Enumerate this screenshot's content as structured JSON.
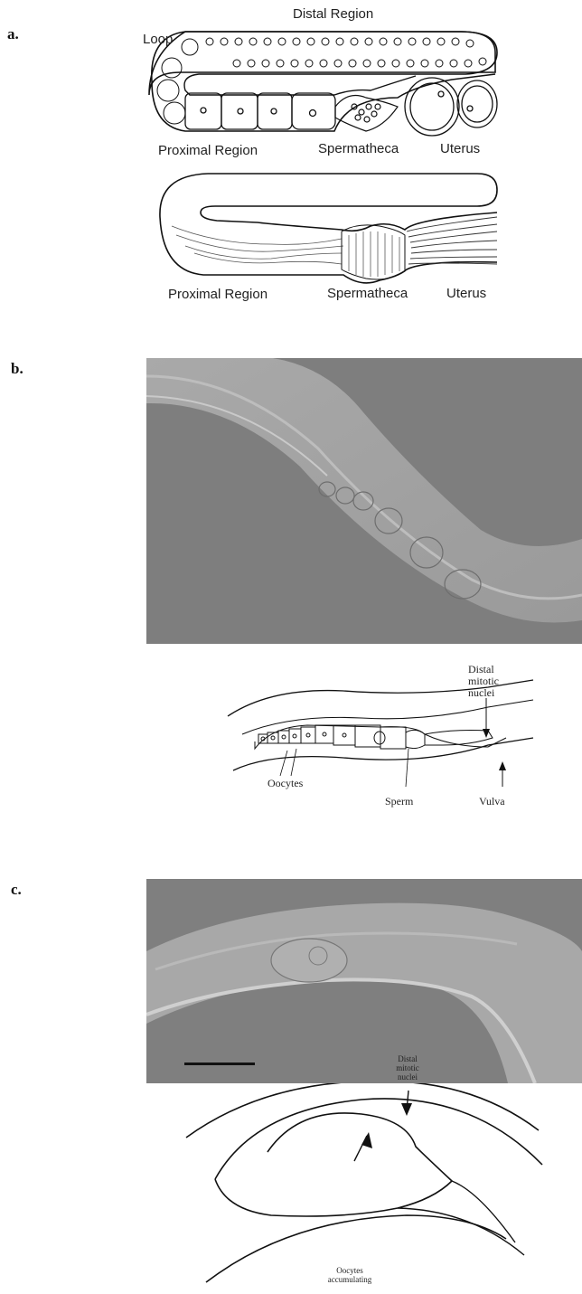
{
  "panels": {
    "a": {
      "letter": "a.",
      "top_diagram": {
        "distal_region": "Distal Region",
        "loop": "Loop",
        "proximal_region": "Proximal Region",
        "spermatheca": "Spermatheca",
        "uterus": "Uterus"
      },
      "bottom_diagram": {
        "proximal_region": "Proximal Region",
        "spermatheca": "Spermatheca",
        "uterus": "Uterus"
      }
    },
    "b": {
      "letter": "b.",
      "labels": {
        "distal_line1": "Distal",
        "distal_line2": "mitotic",
        "distal_line3": "nuclei",
        "oocytes": "Oocytes",
        "sperm": "Sperm",
        "vulva": "Vulva"
      }
    },
    "c": {
      "letter": "c.",
      "labels": {
        "distal_line1": "Distal",
        "distal_line2": "mitotic",
        "distal_line3": "nuclei",
        "oocytes_line1": "Oocytes",
        "oocytes_line2": "accumulating"
      }
    }
  }
}
